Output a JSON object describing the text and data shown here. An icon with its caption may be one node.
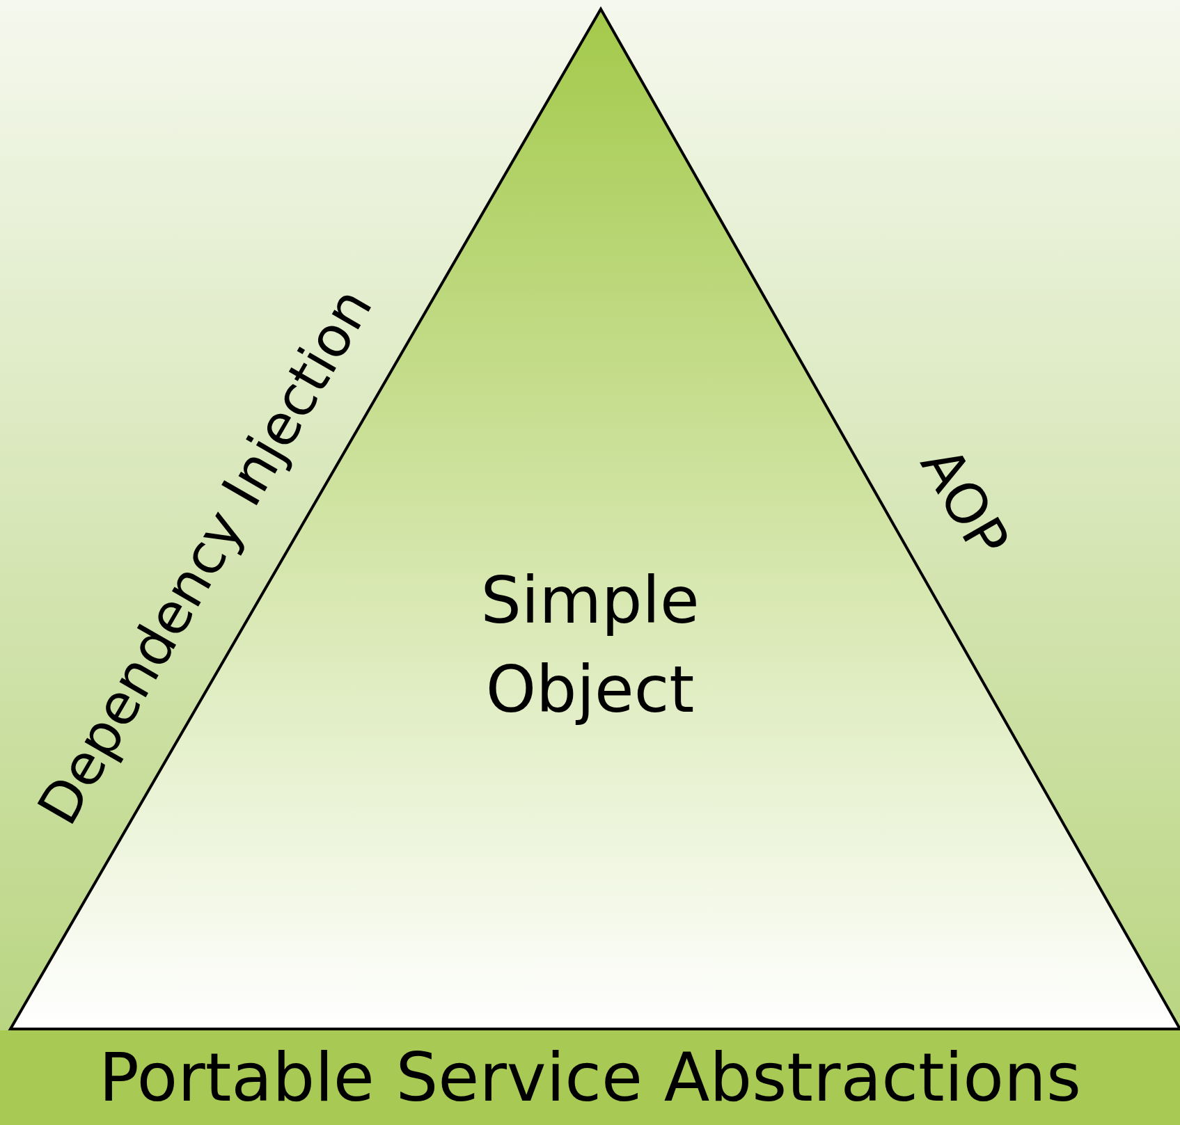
{
  "diagram": {
    "nodes": [
      {
        "text": [
          "Simple Object"
        ],
        "beside": [
          "Dependency Injection",
          "AOP"
        ]
      },
      {
        "text": [
          "Portable Service Abstractions"
        ]
      }
    ]
  }
}
